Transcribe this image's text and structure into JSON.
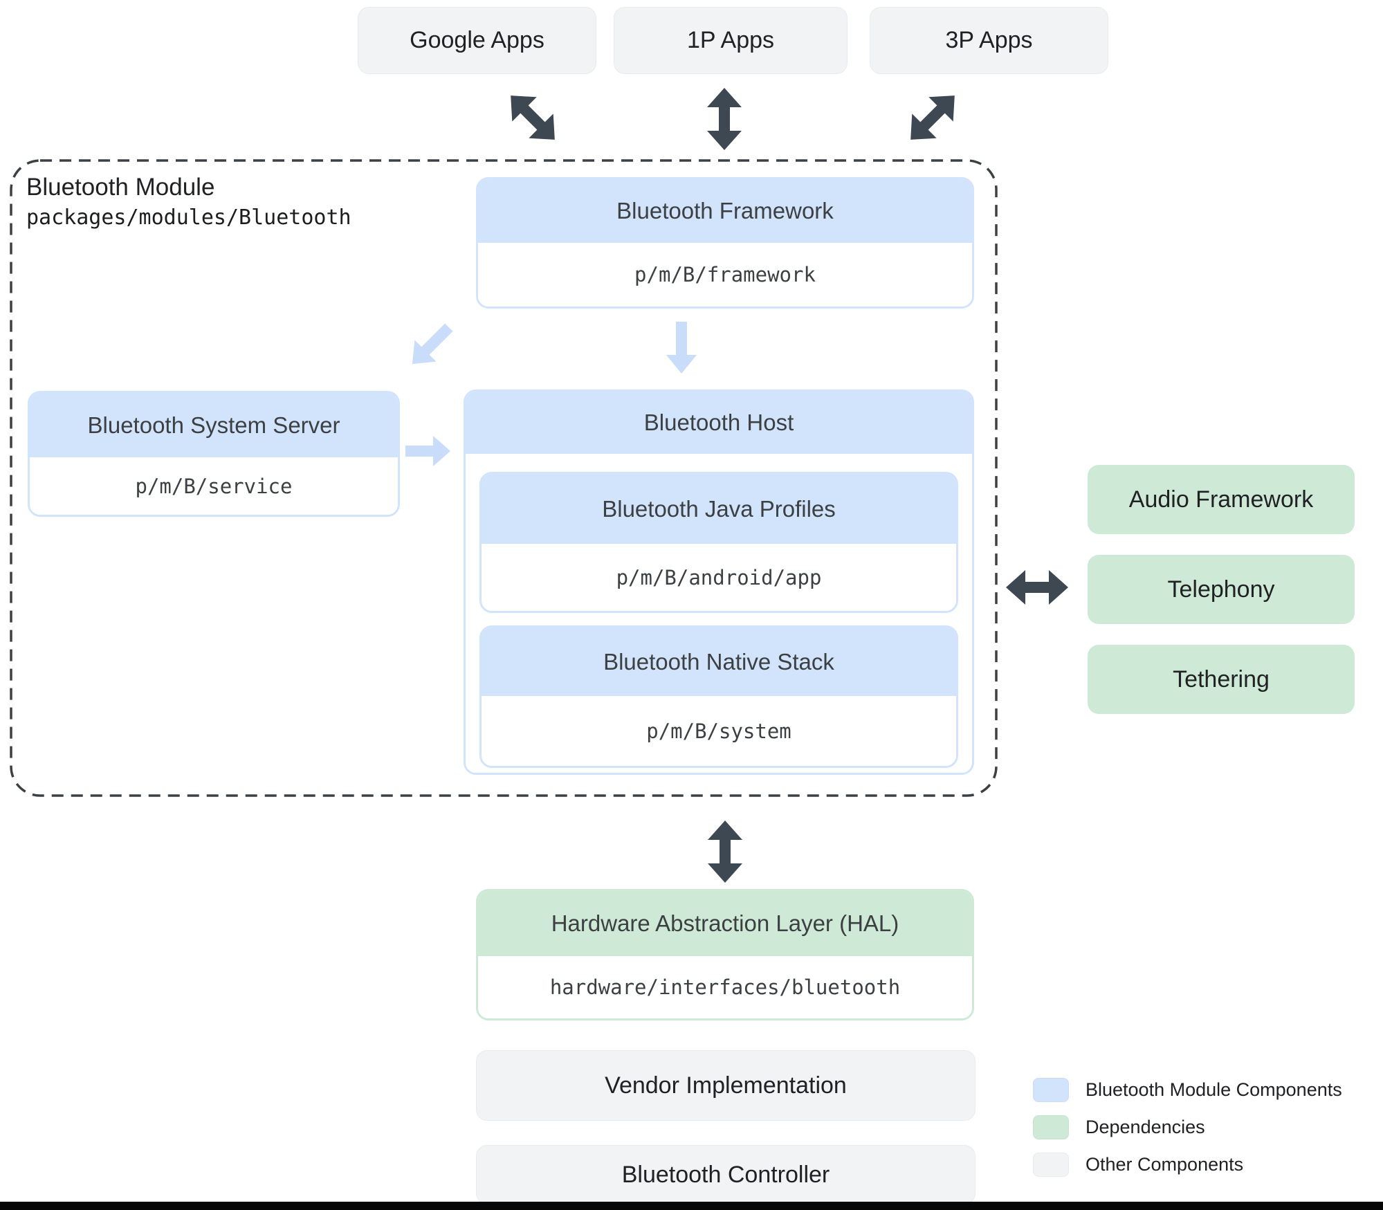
{
  "top_apps": [
    {
      "label": "Google Apps"
    },
    {
      "label": "1P Apps"
    },
    {
      "label": "3P Apps"
    }
  ],
  "module": {
    "title": "Bluetooth Module",
    "path": "packages/modules/Bluetooth",
    "framework": {
      "title": "Bluetooth Framework",
      "path": "p/m/B/framework"
    },
    "system_server": {
      "title": "Bluetooth System Server",
      "path": "p/m/B/service"
    },
    "host": {
      "title": "Bluetooth Host",
      "java_profiles": {
        "title": "Bluetooth Java Profiles",
        "path": "p/m/B/android/app"
      },
      "native_stack": {
        "title": "Bluetooth Native Stack",
        "path": "p/m/B/system"
      }
    }
  },
  "dependencies": [
    {
      "label": "Audio Framework"
    },
    {
      "label": "Telephony"
    },
    {
      "label": "Tethering"
    }
  ],
  "hal": {
    "title": "Hardware Abstraction Layer (HAL)",
    "path": "hardware/interfaces/bluetooth"
  },
  "vendor": {
    "label": "Vendor Implementation"
  },
  "controller": {
    "label": "Bluetooth Controller"
  },
  "legend": [
    {
      "label": "Bluetooth Module Components",
      "color": "#d2e3fc"
    },
    {
      "label": "Dependencies",
      "color": "#ceead6"
    },
    {
      "label": "Other Components",
      "color": "#f1f3f4"
    }
  ],
  "colors": {
    "module_component_blue": "#d2e3fc",
    "dependency_green": "#ceead6",
    "other_gray": "#f1f3f4",
    "dark_arrow": "#3e4852",
    "light_arrow": "#c9dcf9",
    "dashed_border": "#3c4043"
  }
}
